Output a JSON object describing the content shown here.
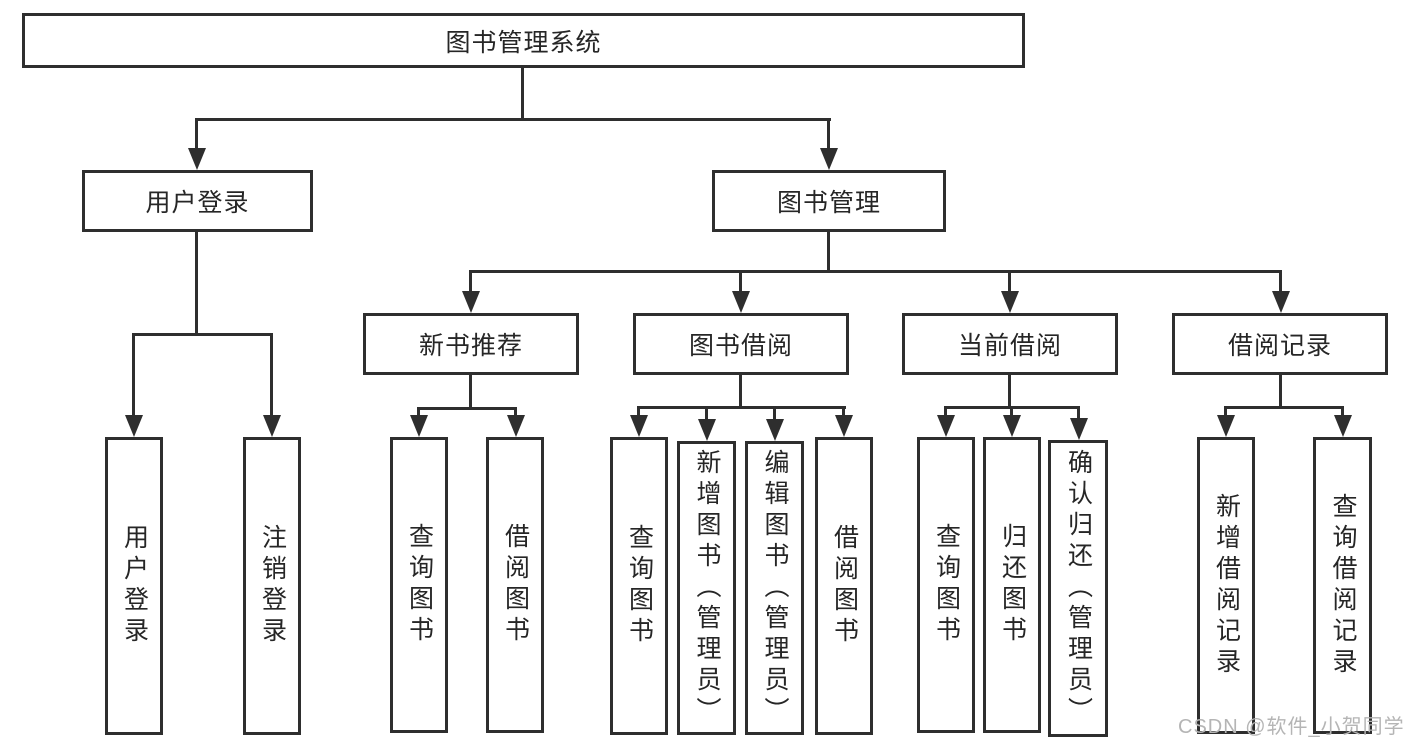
{
  "diagram": {
    "title": "图书管理系统",
    "root": {
      "label": "图书管理系统"
    },
    "level2": [
      {
        "label": "用户登录"
      },
      {
        "label": "图书管理"
      }
    ],
    "level3": [
      {
        "label": "新书推荐"
      },
      {
        "label": "图书借阅"
      },
      {
        "label": "当前借阅"
      },
      {
        "label": "借阅记录"
      }
    ],
    "leaves": {
      "login": [
        "用户登录",
        "注销登录"
      ],
      "recommend": [
        "查询图书",
        "借阅图书"
      ],
      "borrow": [
        "查询图书",
        "新增图书（管理员）",
        "编辑图书（管理员）",
        "借阅图书"
      ],
      "current": [
        "查询图书",
        "归还图书",
        "确认归还（管理员）"
      ],
      "records": [
        "新增借阅记录",
        "查询借阅记录"
      ]
    },
    "colors": {
      "line": "#2e2e2e",
      "box_border": "#2e2e2e",
      "text": "#262626",
      "background": "#ffffff",
      "watermark": "#b5b5b5"
    }
  },
  "watermark": {
    "text": "CSDN @软件_小贺同学"
  }
}
